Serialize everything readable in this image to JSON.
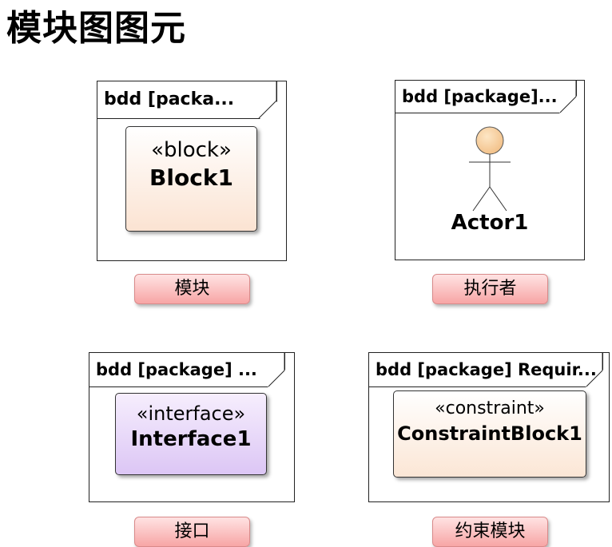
{
  "page_title": "模块图图元",
  "items": [
    {
      "frame_header": "bdd [packa...",
      "stereotype": "«block»",
      "name": "Block1",
      "caption": "模块",
      "fill": "#fbe9dd"
    },
    {
      "frame_header": "bdd [package]...",
      "name": "Actor1",
      "caption": "执行者",
      "head_color": "#f7cf9e"
    },
    {
      "frame_header": "bdd [package] ...",
      "stereotype": "«interface»",
      "name": "Interface1",
      "caption": "接口",
      "fill": "#e4d2f7"
    },
    {
      "frame_header": "bdd [package] Requir...",
      "stereotype": "«constraint»",
      "name": "ConstraintBlock1",
      "caption": "约束模块",
      "fill": "#fcefe2"
    }
  ]
}
